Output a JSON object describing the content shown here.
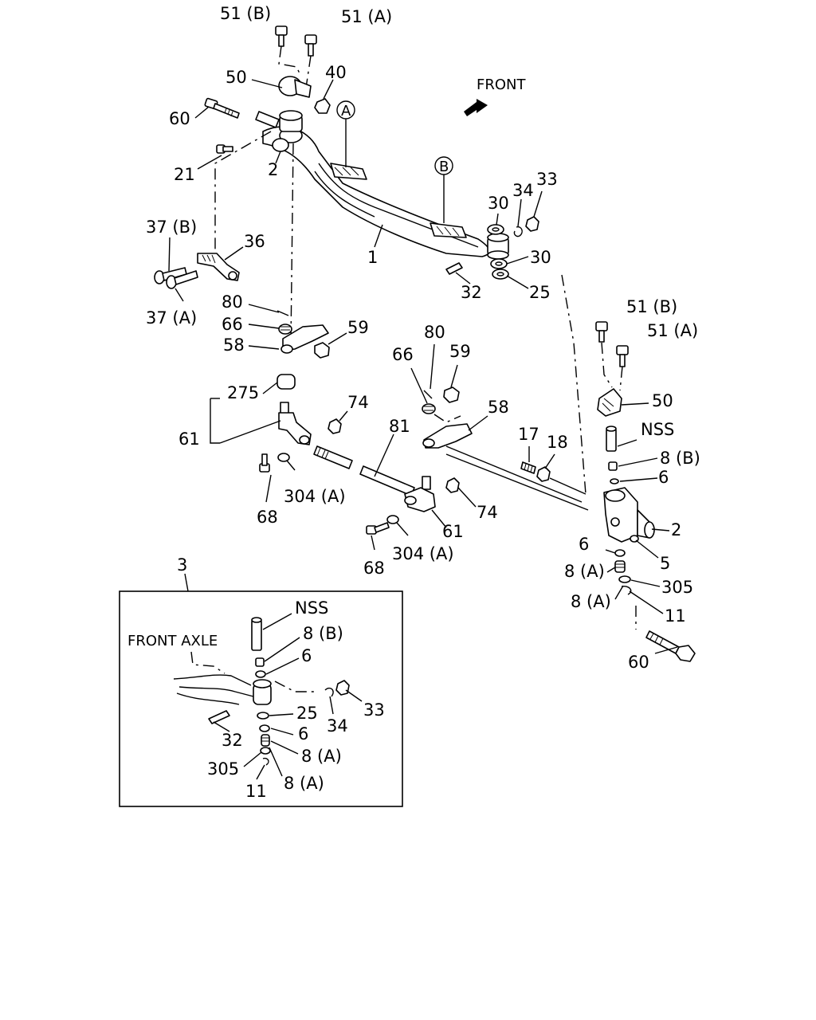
{
  "labels": {
    "l51b_top": "51 (B)",
    "l51a_top": "51 (A)",
    "l50_top": "50",
    "l40": "40",
    "l60_top": "60",
    "l21": "21",
    "l2_top": "2",
    "lA": "A",
    "lB": "B",
    "lfront": "FRONT",
    "l30_top": "30",
    "l34_top": "34",
    "l33_top": "33",
    "l30_mid": "30",
    "l25_top": "25",
    "l32_top": "32",
    "l1": "1",
    "l37b": "37 (B)",
    "l36": "36",
    "l37a": "37 (A)",
    "l80_left": "80",
    "l66_left": "66",
    "l58_left": "58",
    "l59_left": "59",
    "l275": "275",
    "l74_left": "74",
    "l61_left": "61",
    "l304a_left": "304 (A)",
    "l68_left": "68",
    "l80_mid": "80",
    "l66_mid": "66",
    "l59_mid": "59",
    "l58_mid": "58",
    "l81": "81",
    "l74_mid": "74",
    "l61_mid": "61",
    "l304a_mid": "304 (A)",
    "l68_mid": "68",
    "l51b_right": "51 (B)",
    "l51a_right": "51 (A)",
    "l50_right": "50",
    "lnss_right": "NSS",
    "l8b_right": "8 (B)",
    "l6_right_top": "6",
    "l17": "17",
    "l18": "18",
    "l2_right": "2",
    "l6_right_mid": "6",
    "l5": "5",
    "l8a_right1": "8 (A)",
    "l305_right": "305",
    "l8a_right2": "8 (A)",
    "l11_right": "11",
    "l60_right": "60",
    "l3": "3"
  },
  "inset": {
    "nss": "NSS",
    "front_axle": "FRONT  AXLE",
    "l8b": "8 (B)",
    "l6_top": "6",
    "l34": "34",
    "l33": "33",
    "l25": "25",
    "l32": "32",
    "l6_bottom": "6",
    "l8a_1": "8 (A)",
    "l305": "305",
    "l11": "11",
    "l8a_2": "8 (A)"
  }
}
